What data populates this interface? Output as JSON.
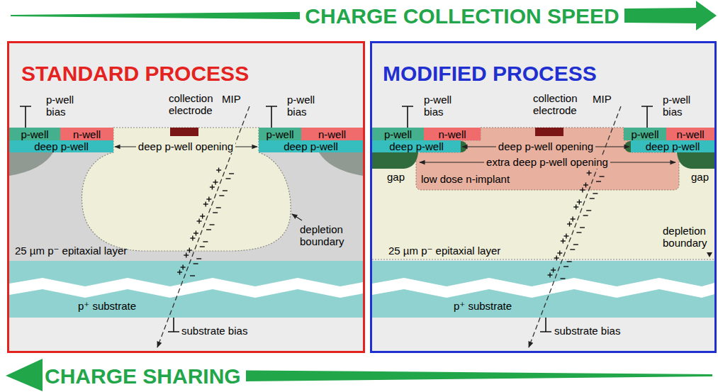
{
  "diagram": {
    "nodes": [
      {
        "text": [
          "CHARGE COLLECTION SPEED"
        ]
      },
      {
        "text": [
          "STANDARD PROCESS"
        ]
      },
      {
        "text": [
          "p-well"
        ],
        "in": 1
      },
      {
        "text": [
          "n-well"
        ],
        "in": 1
      },
      {
        "text": [
          "deep p-well"
        ],
        "in": 1
      },
      {
        "text": [
          "p-well"
        ],
        "in": 1
      },
      {
        "text": [
          "n-well"
        ],
        "in": 1
      },
      {
        "text": [
          "deep p-well"
        ],
        "in": 1
      },
      {
        "text": [
          "25 µm p⁻ epitaxial layer"
        ],
        "in": 1
      },
      {
        "text": [
          "p⁺ substrate"
        ],
        "in": 1
      },
      {
        "text": [
          "MODIFIED PROCESS"
        ]
      },
      {
        "text": [
          "p-well"
        ],
        "in": 10
      },
      {
        "text": [
          "n-well"
        ],
        "in": 10
      },
      {
        "text": [
          "deep p-well"
        ],
        "in": 10
      },
      {
        "text": [
          "p-well"
        ],
        "in": 10
      },
      {
        "text": [
          "n-well"
        ],
        "in": 10
      },
      {
        "text": [
          "deep p-well"
        ],
        "in": 10
      },
      {
        "text": [
          "low dose n-implant"
        ],
        "in": 10
      },
      {
        "text": [
          "25 µm p⁻ epitaxial layer"
        ],
        "in": 10
      },
      {
        "text": [
          "p⁺ substrate"
        ],
        "in": 10
      },
      {
        "text": [
          "CHARGE SHARING"
        ]
      }
    ],
    "labels": [
      "p-well bias",
      "collection electrode",
      "MIP",
      "p-well bias",
      "deep p-well opening",
      "depletion boundary",
      "substrate bias",
      "p-well bias",
      "collection electrode",
      "MIP",
      "p-well bias",
      "deep p-well opening",
      "extra deep p-well opening",
      "gap",
      "gap",
      "depletion boundary",
      "substrate bias"
    ]
  }
}
